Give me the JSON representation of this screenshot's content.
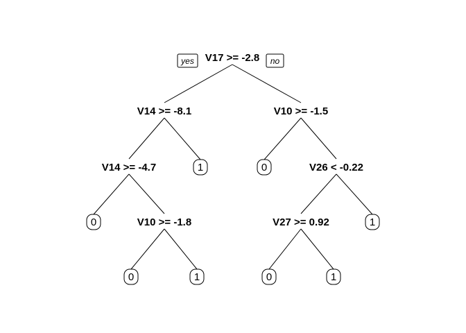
{
  "tree": {
    "branch_labels": {
      "yes": "yes",
      "no": "no"
    },
    "nodes": [
      {
        "id": "n1",
        "kind": "split",
        "label": "V17 >= -2.8"
      },
      {
        "id": "n2",
        "kind": "split",
        "label": "V14 >= -8.1"
      },
      {
        "id": "n3",
        "kind": "split",
        "label": "V10 >= -1.5"
      },
      {
        "id": "n4",
        "kind": "split",
        "label": "V14 >= -4.7"
      },
      {
        "id": "n5",
        "kind": "leaf",
        "label": "1"
      },
      {
        "id": "n6",
        "kind": "leaf",
        "label": "0"
      },
      {
        "id": "n7",
        "kind": "split",
        "label": "V26 < -0.22"
      },
      {
        "id": "n8",
        "kind": "leaf",
        "label": "0"
      },
      {
        "id": "n9",
        "kind": "split",
        "label": "V10 >= -1.8"
      },
      {
        "id": "n10",
        "kind": "split",
        "label": "V27 >= 0.92"
      },
      {
        "id": "n11",
        "kind": "leaf",
        "label": "1"
      },
      {
        "id": "n12",
        "kind": "leaf",
        "label": "0"
      },
      {
        "id": "n13",
        "kind": "leaf",
        "label": "1"
      },
      {
        "id": "n14",
        "kind": "leaf",
        "label": "0"
      },
      {
        "id": "n15",
        "kind": "leaf",
        "label": "1"
      }
    ],
    "edges": [
      [
        "n1",
        "n2"
      ],
      [
        "n1",
        "n3"
      ],
      [
        "n2",
        "n4"
      ],
      [
        "n2",
        "n5"
      ],
      [
        "n3",
        "n6"
      ],
      [
        "n3",
        "n7"
      ],
      [
        "n4",
        "n8"
      ],
      [
        "n4",
        "n9"
      ],
      [
        "n7",
        "n10"
      ],
      [
        "n7",
        "n11"
      ],
      [
        "n9",
        "n12"
      ],
      [
        "n9",
        "n13"
      ],
      [
        "n10",
        "n14"
      ],
      [
        "n10",
        "n15"
      ]
    ]
  }
}
